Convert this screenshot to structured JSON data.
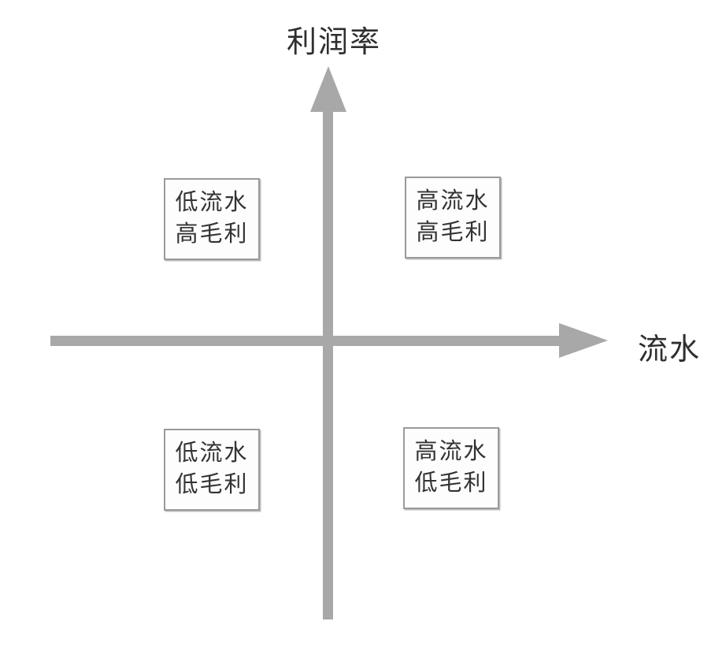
{
  "diagram": {
    "title_axis_y": "利润率",
    "title_axis_x": "流水",
    "quadrants": {
      "top_left": {
        "line1": "低流水",
        "line2": "高毛利"
      },
      "top_right": {
        "line1": "高流水",
        "line2": "高毛利"
      },
      "bottom_left": {
        "line1": "低流水",
        "line2": "低毛利"
      },
      "bottom_right": {
        "line1": "高流水",
        "line2": "低毛利"
      }
    },
    "colors": {
      "axis": "#a8a8a8",
      "box_border": "#9a9a9a",
      "text": "#333333",
      "background": "#ffffff"
    }
  }
}
